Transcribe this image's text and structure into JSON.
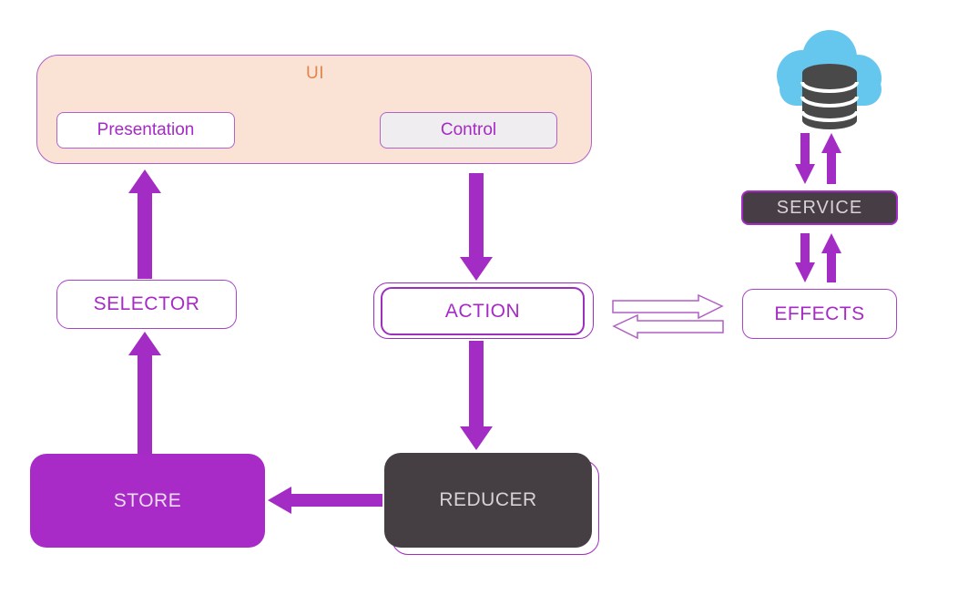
{
  "diagram": {
    "type": "state-management-flow-diagram",
    "nodes": {
      "ui": {
        "label": "UI"
      },
      "presentation": {
        "label": "Presentation"
      },
      "control": {
        "label": "Control"
      },
      "selector": {
        "label": "SELECTOR"
      },
      "action": {
        "label": "ACTION"
      },
      "effects": {
        "label": "EFFECTS"
      },
      "service": {
        "label": "SERVICE"
      },
      "store": {
        "label": "STORE"
      },
      "reducer": {
        "label": "REDUCER"
      }
    },
    "icons": {
      "cloud_database": "cloud-database-icon"
    },
    "colors": {
      "arrow_purple": "#a32cc4",
      "node_text_magenta": "#a62ac6",
      "ui_fill_peach": "#fae3d4",
      "ui_label_orange": "#df854e",
      "dark_node_fill": "#473e45",
      "store_fill": "#a82bc8",
      "control_fill": "#efedef",
      "cloud_blue": "#66c7ee",
      "database_gray": "#494949",
      "light_text": "#d6d2d6"
    },
    "edges": [
      {
        "from": "selector",
        "to": "presentation",
        "style": "solid",
        "direction": "up"
      },
      {
        "from": "store",
        "to": "selector",
        "style": "solid",
        "direction": "up"
      },
      {
        "from": "control",
        "to": "action",
        "style": "solid",
        "direction": "down"
      },
      {
        "from": "action",
        "to": "reducer",
        "style": "solid",
        "direction": "down"
      },
      {
        "from": "reducer",
        "to": "store",
        "style": "solid",
        "direction": "left"
      },
      {
        "from": "action",
        "to": "effects",
        "style": "outline",
        "direction": "right"
      },
      {
        "from": "effects",
        "to": "action",
        "style": "outline",
        "direction": "left"
      },
      {
        "from": "cloud-database",
        "to": "service",
        "style": "solid",
        "direction": "down"
      },
      {
        "from": "service",
        "to": "cloud-database",
        "style": "solid",
        "direction": "up"
      },
      {
        "from": "service",
        "to": "effects",
        "style": "solid",
        "direction": "down"
      },
      {
        "from": "effects",
        "to": "service",
        "style": "solid",
        "direction": "up"
      }
    ]
  }
}
